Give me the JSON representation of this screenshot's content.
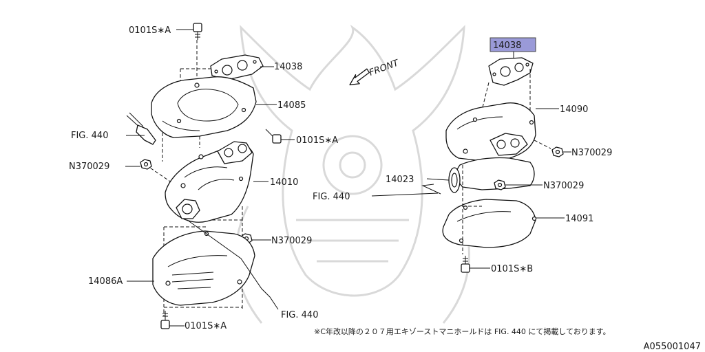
{
  "labels": {
    "bolt_top": "0101S∗A",
    "gasket_left": "14038",
    "cover_upper_left": "14085",
    "fig_left": "FIG. 440",
    "bolt_mid": "0101S∗A",
    "nut_left": "N370029",
    "manifold_left": "14010",
    "nut_center": "N370029",
    "cover_lower_left": "14086A",
    "fig_bottom": "FIG. 440",
    "bolt_bottom": "0101S∗A",
    "front": "FRONT",
    "gasket_right": "14038",
    "cover_upper_right": "14090",
    "nut_right_top": "N370029",
    "gasket_connector": "14023",
    "fig_right": "FIG. 440",
    "nut_right_mid": "N370029",
    "cover_lower_right": "14091",
    "bolt_right": "0101S∗B"
  },
  "note": "※C年改以降の２０７用エキゾーストマニホールドは FIG. 440 にて掲載しております。",
  "diagram_id": "A055001047",
  "highlight_color": "#9a9ad8",
  "icons": {
    "front_arrow": "arrow-left-icon",
    "watermark": "samurai-helmet-watermark"
  }
}
